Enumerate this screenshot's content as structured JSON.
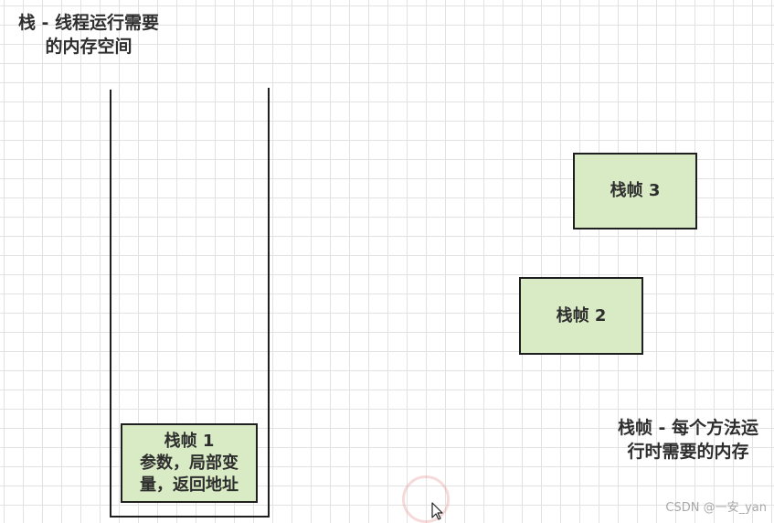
{
  "stack_title": {
    "line1": "栈 - 线程运行需要",
    "line2": "的内存空间"
  },
  "frame_description": {
    "line1": "栈帧 - 每个方法运",
    "line2": "行时需要的内存"
  },
  "frames": [
    {
      "title": "栈帧 1",
      "detail_line1": "参数，局部变",
      "detail_line2": "量，返回地址"
    },
    {
      "title": "栈帧 2"
    },
    {
      "title": "栈帧 3"
    }
  ],
  "watermark": "CSDN @一安_yan",
  "colors": {
    "frame_fill": "#d9ebc4",
    "frame_border": "#1f1f1f",
    "grid": "#e2e2e2",
    "text": "#2e2e2e"
  },
  "icons": {
    "cursor": "mouse-pointer-icon"
  }
}
